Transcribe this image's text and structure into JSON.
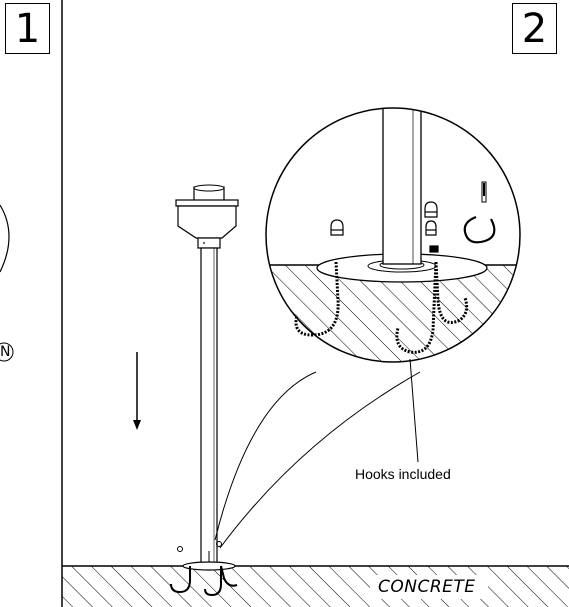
{
  "steps": {
    "left_number": "1",
    "right_number": "2"
  },
  "callout": {
    "hooks_label": "Hooks included"
  },
  "ground": {
    "surface_label": "CONCRETE"
  },
  "left_panel": {
    "partial_callout": "N"
  }
}
